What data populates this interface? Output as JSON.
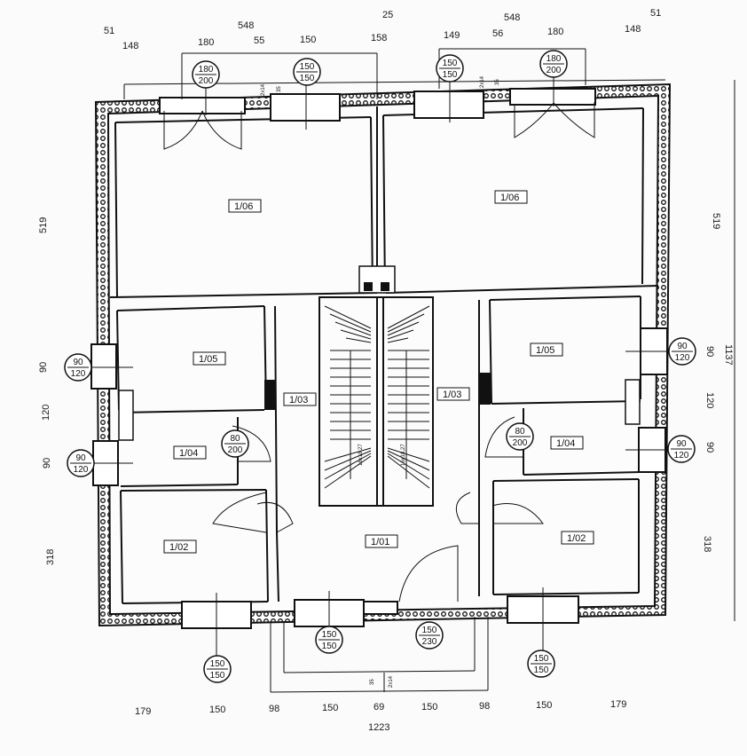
{
  "dimensions": {
    "top": {
      "d51_left": "51",
      "d548_left": "548",
      "d25": "25",
      "d548_right": "548",
      "d51_right": "51",
      "d148_left": "148",
      "d180_left": "180",
      "d55": "55",
      "d150_left": "150",
      "d158": "158",
      "d149": "149",
      "d56": "56",
      "d180_right": "180",
      "d148_right": "148"
    },
    "bottom": {
      "d179_left": "179",
      "d150_a": "150",
      "d98_left": "98",
      "d150_b": "150",
      "d69": "69",
      "d150_c": "150",
      "d98_right": "98",
      "d150_d": "150",
      "d179_right": "179",
      "total": "1223"
    },
    "left": {
      "d519": "519",
      "d90_top": "90",
      "d120": "120",
      "d90_bottom": "90",
      "d318": "318"
    },
    "right": {
      "d519": "519",
      "d1137": "1137",
      "d90_top": "90",
      "d120": "120",
      "d90_bottom": "90",
      "d318": "318"
    }
  },
  "rooms": {
    "r106_left": "1/06",
    "r106_right": "1/06",
    "r105_left": "1/05",
    "r105_right": "1/05",
    "r104_left": "1/04",
    "r104_right": "1/04",
    "r103_left": "1/03",
    "r103_right": "1/03",
    "r102_left": "1/02",
    "r102_right": "1/02",
    "r101": "1/01"
  },
  "windows": {
    "top_door_left": {
      "w": "180",
      "h": "200"
    },
    "top_win_left": {
      "w": "150",
      "h": "150"
    },
    "top_win_right": {
      "w": "150",
      "h": "150"
    },
    "top_door_right": {
      "w": "180",
      "h": "200"
    },
    "left_upper": {
      "w": "90",
      "h": "120"
    },
    "left_lower": {
      "w": "90",
      "h": "120"
    },
    "right_upper": {
      "w": "90",
      "h": "120"
    },
    "right_lower": {
      "w": "90",
      "h": "120"
    },
    "door_104_left": {
      "w": "80",
      "h": "200"
    },
    "door_104_right": {
      "w": "80",
      "h": "200"
    },
    "bottom_left": {
      "w": "150",
      "h": "150"
    },
    "bottom_center": {
      "w": "150",
      "h": "150"
    },
    "entrance": {
      "w": "150",
      "h": "230"
    },
    "bottom_right": {
      "w": "150",
      "h": "150"
    }
  },
  "stairs": {
    "left_label": "16x18,27",
    "right_label": "16x18,27"
  },
  "small_marks": {
    "a": "2x14",
    "b": "35"
  }
}
